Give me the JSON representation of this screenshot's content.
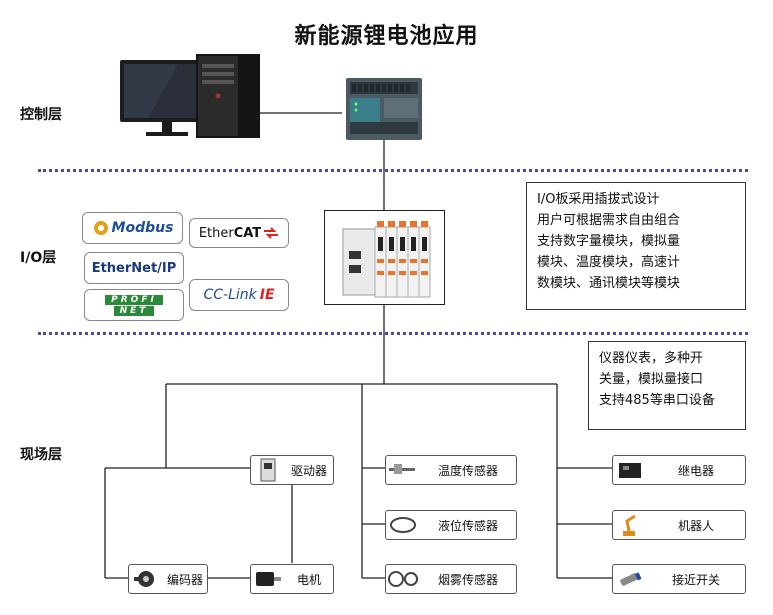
{
  "title": "新能源锂电池应用",
  "layers": {
    "control": "控制层",
    "io": "I/O层",
    "field": "现场层"
  },
  "io_note": [
    "I/O板采用插拔式设计",
    "用户可根据需求自由组合",
    "支持数字量模块，模拟量",
    "模块、温度模块，高速计",
    "数模块、通讯模块等模块"
  ],
  "field_note": [
    "仪器仪表，多种开",
    "关量，模拟量接口",
    "支持485等串口设备"
  ],
  "protocols": {
    "modbus": "Modbus",
    "ethercat_a": "Ether",
    "ethercat_b": "CAT",
    "ethernetip": "EtherNet/IP",
    "profinet_a": "PROFI",
    "profinet_b": "NET",
    "cclink_a": "CC-Link",
    "cclink_b": "IE"
  },
  "devices": {
    "drive": "驱动器",
    "encoder": "编码器",
    "motor": "电机",
    "temp_sensor": "温度传感器",
    "level_sensor": "液位传感器",
    "smoke_sensor": "烟雾传感器",
    "relay": "继电器",
    "robot": "机器人",
    "proximity": "接近开关"
  }
}
